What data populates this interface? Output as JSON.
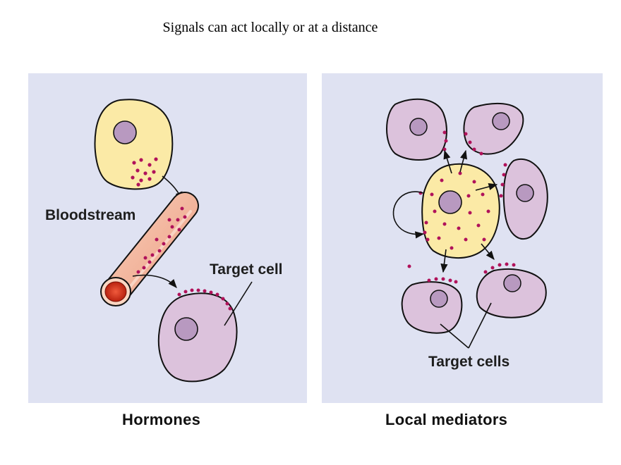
{
  "title": "Signals can act locally or at a distance",
  "hormones_panel": {
    "bloodstream_label": "Bloodstream",
    "target_cell_label": "Target cell",
    "caption": "Hormones"
  },
  "local_mediators_panel": {
    "target_cells_label": "Target cells",
    "caption": "Local mediators"
  },
  "colors": {
    "panel_background": "#dfe2f2",
    "signaling_cell": "#fbeaa6",
    "target_cell": "#dcc2dc",
    "nucleus": "#b899c0",
    "signal_molecule": "#b0125a",
    "blood_vessel": "#f2b49c"
  }
}
